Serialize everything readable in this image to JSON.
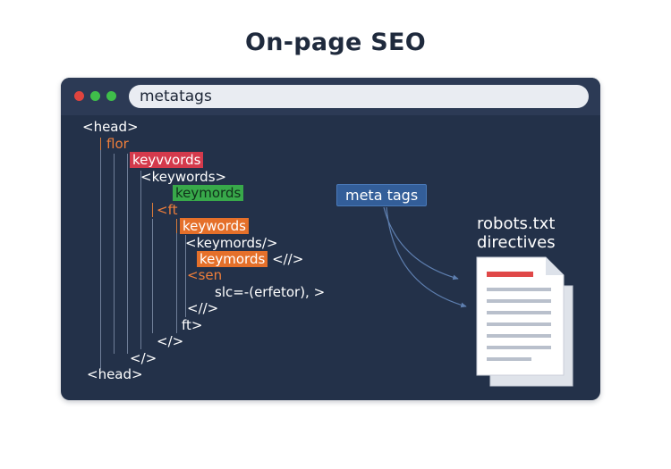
{
  "title": "On-page SEO",
  "browser": {
    "address": "metatags"
  },
  "code_lines": [
    {
      "text": "<head>",
      "style": "plain"
    },
    {
      "text": "flor",
      "style": "orange"
    },
    {
      "text": "keyvvords",
      "style": "hl-red"
    },
    {
      "text": "<keywords>",
      "style": "plain"
    },
    {
      "text": "keymords",
      "style": "hl-green"
    },
    {
      "text": "<ft",
      "style": "orange"
    },
    {
      "text": "keywords",
      "style": "hl-orange"
    },
    {
      "text": "<keymords/>",
      "style": "plain"
    },
    {
      "text": "keymords",
      "style": "hl-orange",
      "suffix": " <//>"
    },
    {
      "text": "<sen",
      "style": "orange"
    },
    {
      "text": "slc=-(erfetor), >",
      "style": "plain"
    },
    {
      "text": "<//>",
      "style": "plain"
    },
    {
      "text": "ft>",
      "style": "plain"
    },
    {
      "text": "</>",
      "style": "plain"
    },
    {
      "text": "</>",
      "style": "plain"
    },
    {
      "text": "<head>",
      "style": "plain"
    }
  ],
  "callout": {
    "label": "meta tags"
  },
  "robots": {
    "line1": "robots.txt",
    "line2": "directives"
  },
  "document_icon": "document-stack-icon",
  "colors": {
    "window_bg": "#233149",
    "highlight_red": "#d43a4c",
    "highlight_green": "#38a94a",
    "highlight_orange": "#e5702a",
    "badge_blue": "#335e99",
    "doc_red_bar": "#e04848"
  }
}
